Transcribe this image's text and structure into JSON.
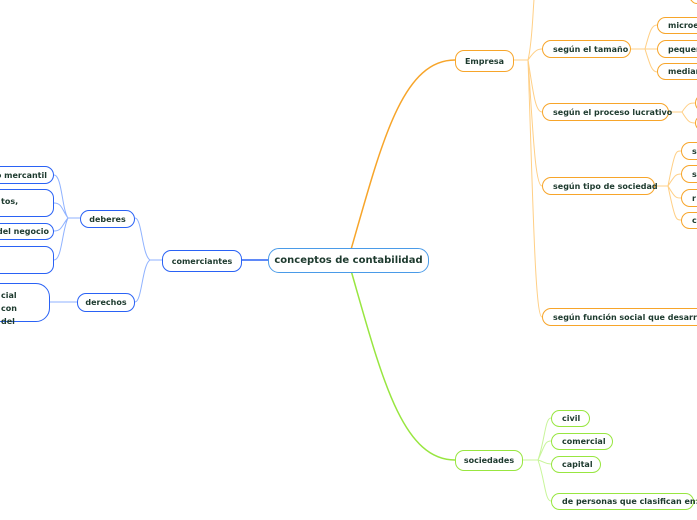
{
  "central": "conceptos de contabilidad",
  "colors": {
    "empresa": "#f7a52a",
    "comerciantes": "#2a62f5",
    "sociedades": "#98e640",
    "text": "#1d3a2e"
  },
  "comerciantes": {
    "label": "comerciantes",
    "deberes": {
      "label": "deberes",
      "items": [
        "o mercantil",
        "tos,",
        "del negocio",
        ""
      ]
    },
    "derechos": {
      "label": "derechos",
      "items": [
        "cial con del"
      ]
    }
  },
  "empresa": {
    "label": "Empresa",
    "tamano": {
      "label": "según el tamaño",
      "items": [
        "microe",
        "pequeñ",
        "median"
      ]
    },
    "lucrativo": {
      "label": "según el proceso lucrativo"
    },
    "sociedad": {
      "label": "según tipo de sociedad",
      "items": [
        "s",
        "s",
        "r",
        "c"
      ]
    },
    "funcion": {
      "label": "según función social que desarrolla"
    }
  },
  "sociedades": {
    "label": "sociedades",
    "items": [
      "civil",
      "comercial",
      "capital",
      "de personas que clasifican en:"
    ]
  }
}
